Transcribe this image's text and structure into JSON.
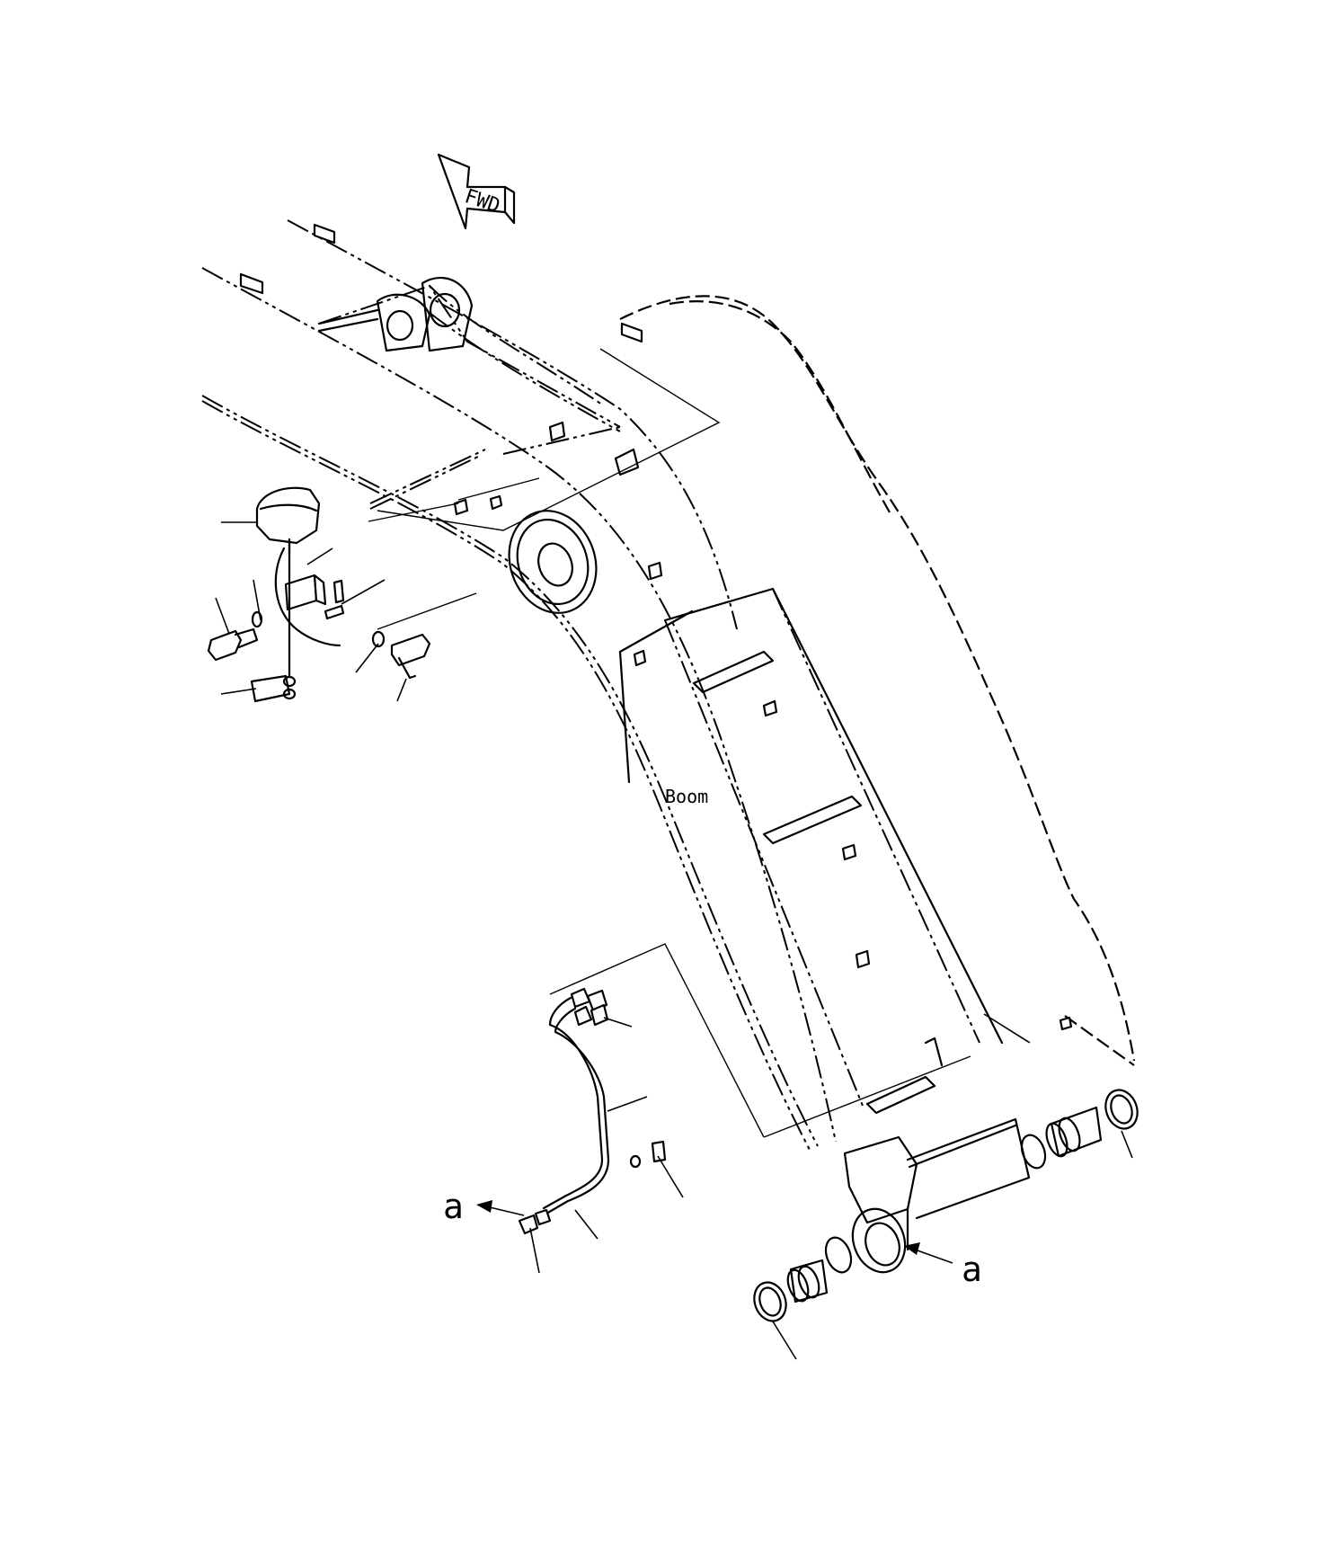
{
  "figure": {
    "direction_marker": "FWD",
    "component_label": "Boom",
    "detail_reference": "a"
  },
  "colors": {
    "line": "#000000",
    "background": "#ffffff"
  }
}
